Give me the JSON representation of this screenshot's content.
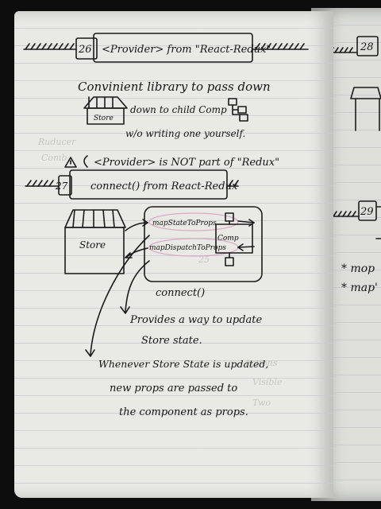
{
  "left_page": {
    "section_26": {
      "number": "26",
      "title": "<Provider> from \"React-Redux\"",
      "line1": "Convinient library to pass down",
      "line2": "down to child Comp",
      "line3": "w/o writing one yourself.",
      "store_label": "Store",
      "warning": "<Provider> is NOT part of \"Redux\""
    },
    "section_27": {
      "number": "27",
      "title": "connect() from React-Redux",
      "store_label": "Store",
      "map_state": "mapStateToProps",
      "map_dispatch": "mapDispatchToProps",
      "comp_label": "Comp",
      "connect_label": "connect()",
      "note1_line1": "Provides a way to update",
      "note1_line2": "Store state.",
      "note2_line1": "Whenever Store State is updated,",
      "note2_line2": "new props are passed to",
      "note2_line3": "the component as props."
    }
  },
  "right_page": {
    "tab_28": "28",
    "tab_29": "29",
    "bullet1": "* mop",
    "bullet2": "* map'"
  }
}
